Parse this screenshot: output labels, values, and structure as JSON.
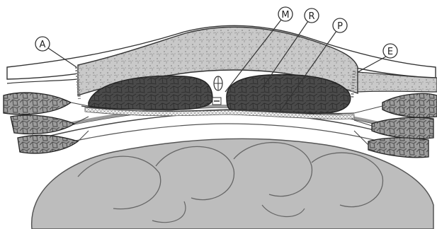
{
  "diagram": {
    "labels": [
      {
        "id": "A",
        "text": "A"
      },
      {
        "id": "M",
        "text": "M"
      },
      {
        "id": "R",
        "text": "R"
      },
      {
        "id": "P",
        "text": "P"
      },
      {
        "id": "E",
        "text": "E"
      }
    ]
  }
}
